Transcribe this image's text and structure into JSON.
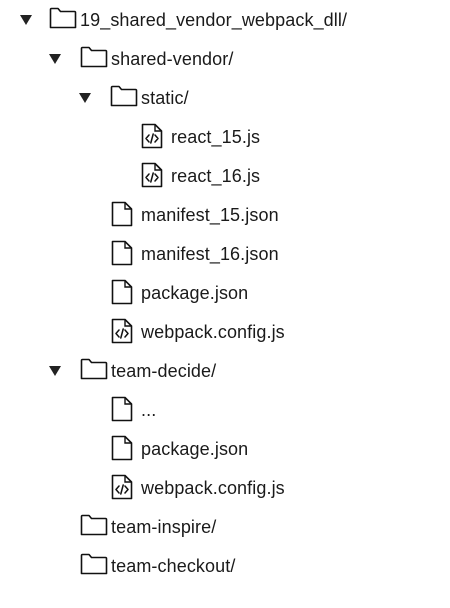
{
  "tree": [
    {
      "label": "19_shared_vendor_webpack_dll/",
      "icon": "folder-icon",
      "expanded": true,
      "depth": 0
    },
    {
      "label": "shared-vendor/",
      "icon": "folder-icon",
      "expanded": true,
      "depth": 1
    },
    {
      "label": "static/",
      "icon": "folder-icon",
      "expanded": true,
      "depth": 2
    },
    {
      "label": "react_15.js",
      "icon": "code-file-icon",
      "depth": 3
    },
    {
      "label": "react_16.js",
      "icon": "code-file-icon",
      "depth": 3
    },
    {
      "label": "manifest_15.json",
      "icon": "file-icon",
      "depth": 2
    },
    {
      "label": "manifest_16.json",
      "icon": "file-icon",
      "depth": 2
    },
    {
      "label": "package.json",
      "icon": "file-icon",
      "depth": 2
    },
    {
      "label": "webpack.config.js",
      "icon": "code-file-icon",
      "depth": 2
    },
    {
      "label": "team-decide/",
      "icon": "folder-icon",
      "expanded": true,
      "depth": 1
    },
    {
      "label": "...",
      "icon": "file-icon",
      "depth": 2
    },
    {
      "label": "package.json",
      "icon": "file-icon",
      "depth": 2
    },
    {
      "label": "webpack.config.js",
      "icon": "code-file-icon",
      "depth": 2
    },
    {
      "label": "team-inspire/",
      "icon": "folder-icon",
      "expanded": false,
      "depth": 1
    },
    {
      "label": "team-checkout/",
      "icon": "folder-icon",
      "expanded": false,
      "depth": 1
    }
  ]
}
